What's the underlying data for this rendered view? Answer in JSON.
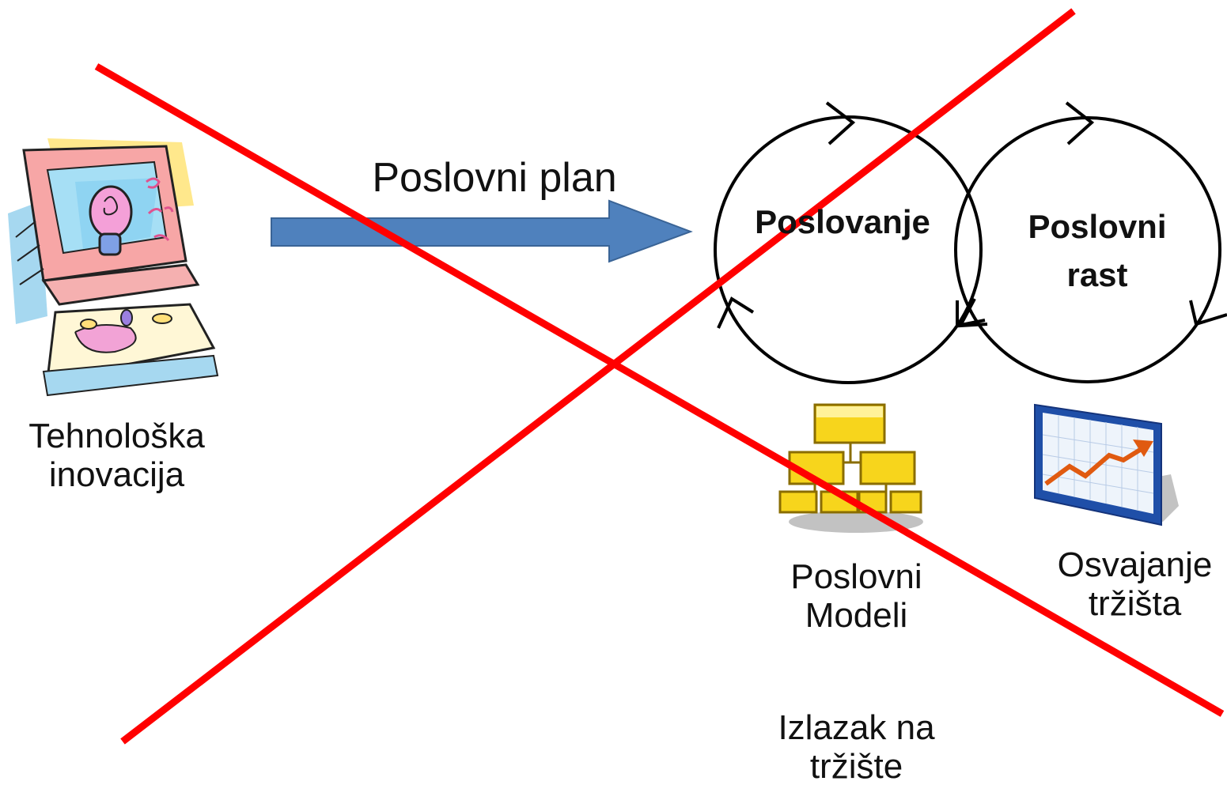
{
  "arrow": {
    "label": "Poslovni plan",
    "color": "#4f81bd"
  },
  "cycles": [
    {
      "label": "Poslovanje"
    },
    {
      "label": "Poslovni\nrast"
    }
  ],
  "items": {
    "innovation": "Tehnološka\ninovacija",
    "business_models": "Poslovni\nModeli",
    "market_entry": "Izlazak na\ntržište",
    "market_conquest": "Osvajanje\ntržišta"
  },
  "cross_color": "#ff0000",
  "icons": [
    "computer-lightbulb-icon",
    "org-chart-icon",
    "growth-chart-icon"
  ]
}
